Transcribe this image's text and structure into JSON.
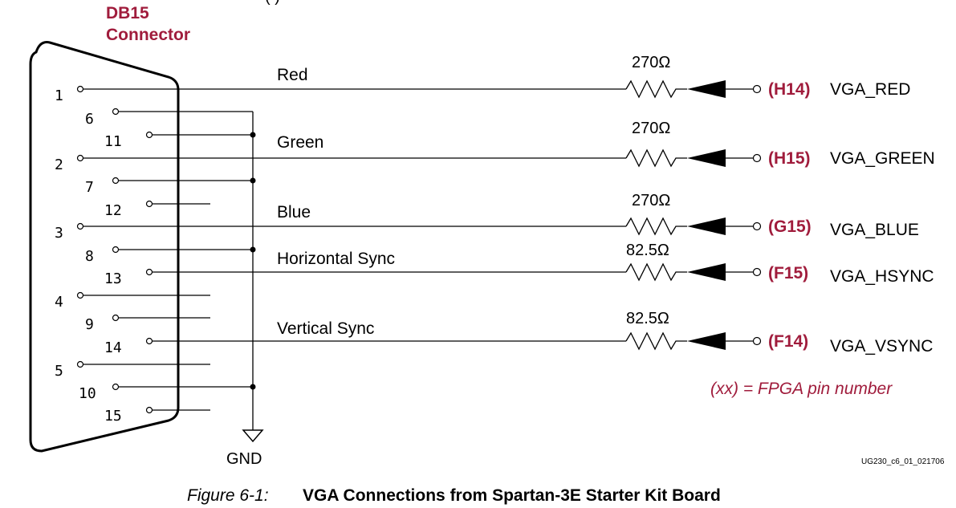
{
  "header": {
    "partial_text": "(              )",
    "connector_title_line1": "DB15",
    "connector_title_line2": "Connector"
  },
  "pins": {
    "p1": "1",
    "p2": "2",
    "p3": "3",
    "p4": "4",
    "p5": "5",
    "p6": "6",
    "p7": "7",
    "p8": "8",
    "p9": "9",
    "p10": "10",
    "p11": "11",
    "p12": "12",
    "p13": "13",
    "p14": "14",
    "p15": "15"
  },
  "signals": [
    {
      "name": "Red",
      "resistor": "270Ω",
      "fpga_pin": "(H14)",
      "net": "VGA_RED"
    },
    {
      "name": "Green",
      "resistor": "270Ω",
      "fpga_pin": "(H15)",
      "net": "VGA_GREEN"
    },
    {
      "name": "Blue",
      "resistor": "270Ω",
      "fpga_pin": "(G15)",
      "net": "VGA_BLUE"
    },
    {
      "name": "Horizontal Sync",
      "resistor": "82.5Ω",
      "fpga_pin": "(F15)",
      "net": "VGA_HSYNC"
    },
    {
      "name": "Vertical Sync",
      "resistor": "82.5Ω",
      "fpga_pin": "(F14)",
      "net": "VGA_VSYNC"
    }
  ],
  "ground_label": "GND",
  "legend_note": "(xx) = FPGA pin number",
  "doc_id": "UG230_c6_01_021706",
  "caption": {
    "label": "Figure 6-1:",
    "title": "VGA Connections from Spartan-3E Starter Kit Board"
  },
  "colors": {
    "accent_red": "#a01c3c",
    "ink": "#000000"
  }
}
